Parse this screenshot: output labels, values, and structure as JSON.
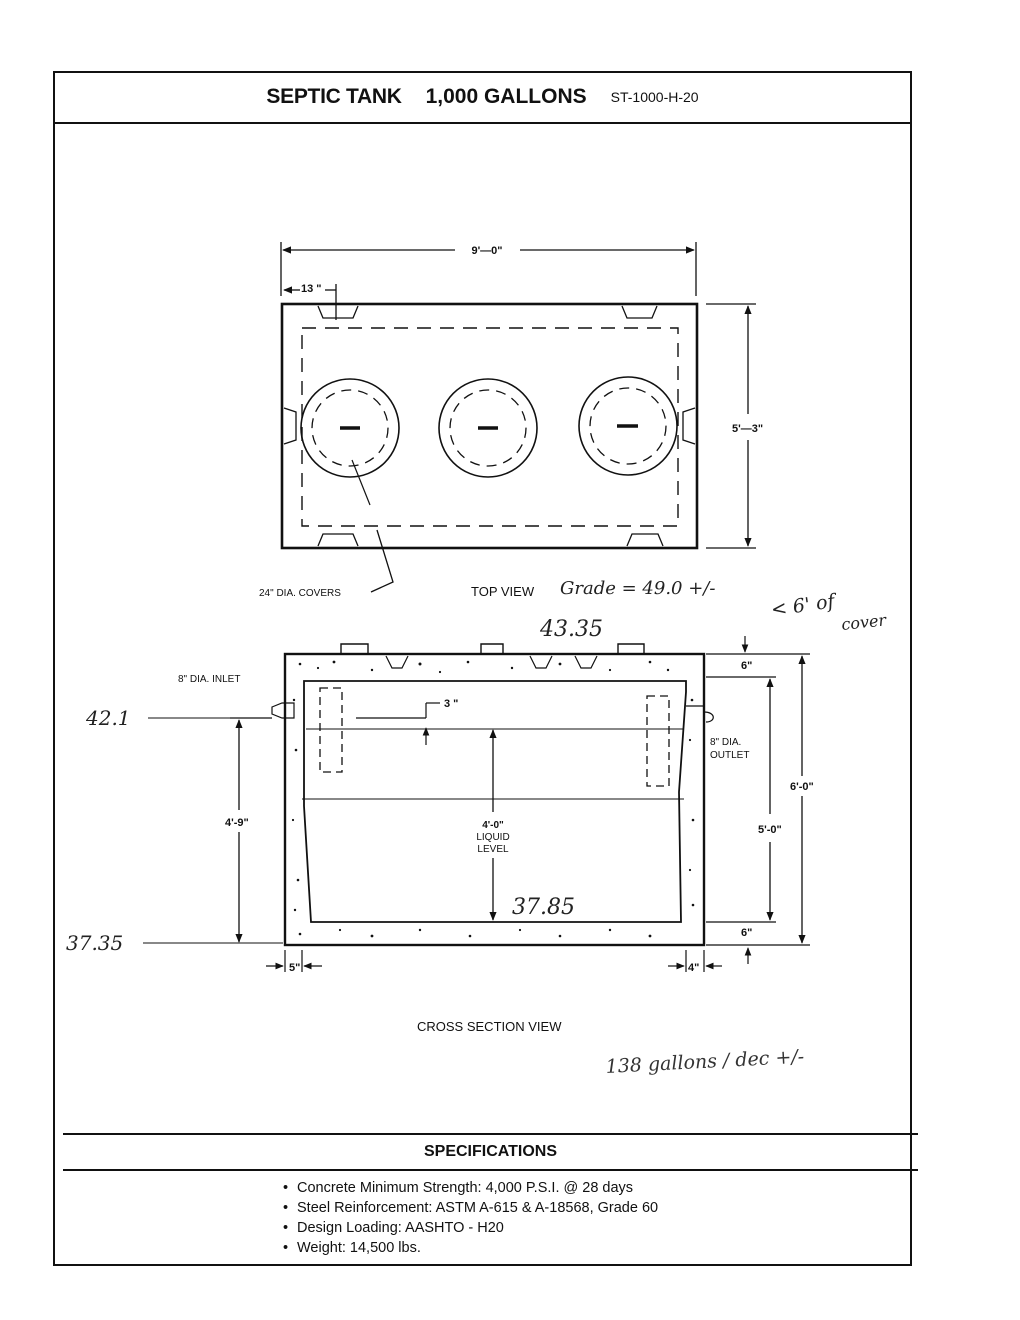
{
  "header": {
    "title": "SEPTIC TANK",
    "capacity": "1,000 GALLONS",
    "model_code": "ST-1000-H-20"
  },
  "top_view": {
    "caption": "TOP VIEW",
    "dim_length": "9'—0\"",
    "dim_width": "5'—3\"",
    "dim_offset": "13 \"",
    "covers_label": "24\" DIA. COVERS"
  },
  "cross_section": {
    "caption": "CROSS SECTION VIEW",
    "inlet_label": "8\" DIA. INLET",
    "outlet_label_1": "8\" DIA.",
    "outlet_label_2": "OUTLET",
    "dim_drop": "3 \"",
    "dim_inlet_height": "4'-9\"",
    "liquid_value": "4'-0\"",
    "liquid_label_1": "LIQUID",
    "liquid_label_2": "LEVEL",
    "dim_top_slab": "6\"",
    "dim_bottom_slab": "6\"",
    "dim_total_height": "6'-0\"",
    "dim_inner_height": "5'-0\"",
    "dim_left_wall": "5\"",
    "dim_right_wall": "4\""
  },
  "handwritten": {
    "grade": "Grade = 49.0 +/-",
    "cover": "< 6' of",
    "cover_2": "cover",
    "top_elev": "43.35",
    "inlet_elev": "42.1",
    "bottom_elev": "37.35",
    "liquid_elev": "37.85",
    "gallons": "138 gallons / dec +/-"
  },
  "specifications": {
    "heading": "SPECIFICATIONS",
    "items": [
      "Concrete Minimum Strength: 4,000 P.S.I. @ 28 days",
      "Steel Reinforcement: ASTM A-615 & A-18568, Grade 60",
      "Design Loading: AASHTO - H20",
      "Weight: 14,500 lbs."
    ]
  }
}
